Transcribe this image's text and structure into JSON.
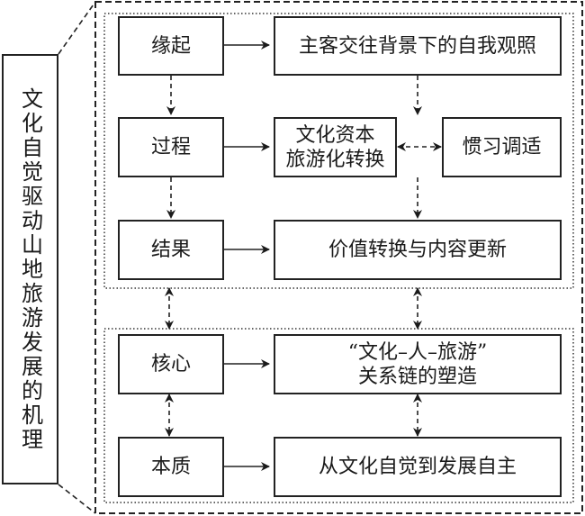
{
  "title": "文化自觉驱动山地旅游发展的机理",
  "groups": {
    "upper": {
      "rows": [
        {
          "stage": "缘起",
          "content": "主客交往背景下的自我观照"
        },
        {
          "stage": "过程",
          "content_lines": [
            "文化资本",
            "旅游化转换"
          ],
          "side": "惯习调适"
        },
        {
          "stage": "结果",
          "content": "价值转换与内容更新"
        }
      ]
    },
    "lower": {
      "rows": [
        {
          "stage": "核心",
          "content_lines": [
            "“文化–人–旅游”",
            "关系链的塑造"
          ]
        },
        {
          "stage": "本质",
          "content": "从文化自觉到发展自主"
        }
      ]
    }
  },
  "colors": {
    "line": "#222222",
    "background": "#ffffff"
  }
}
